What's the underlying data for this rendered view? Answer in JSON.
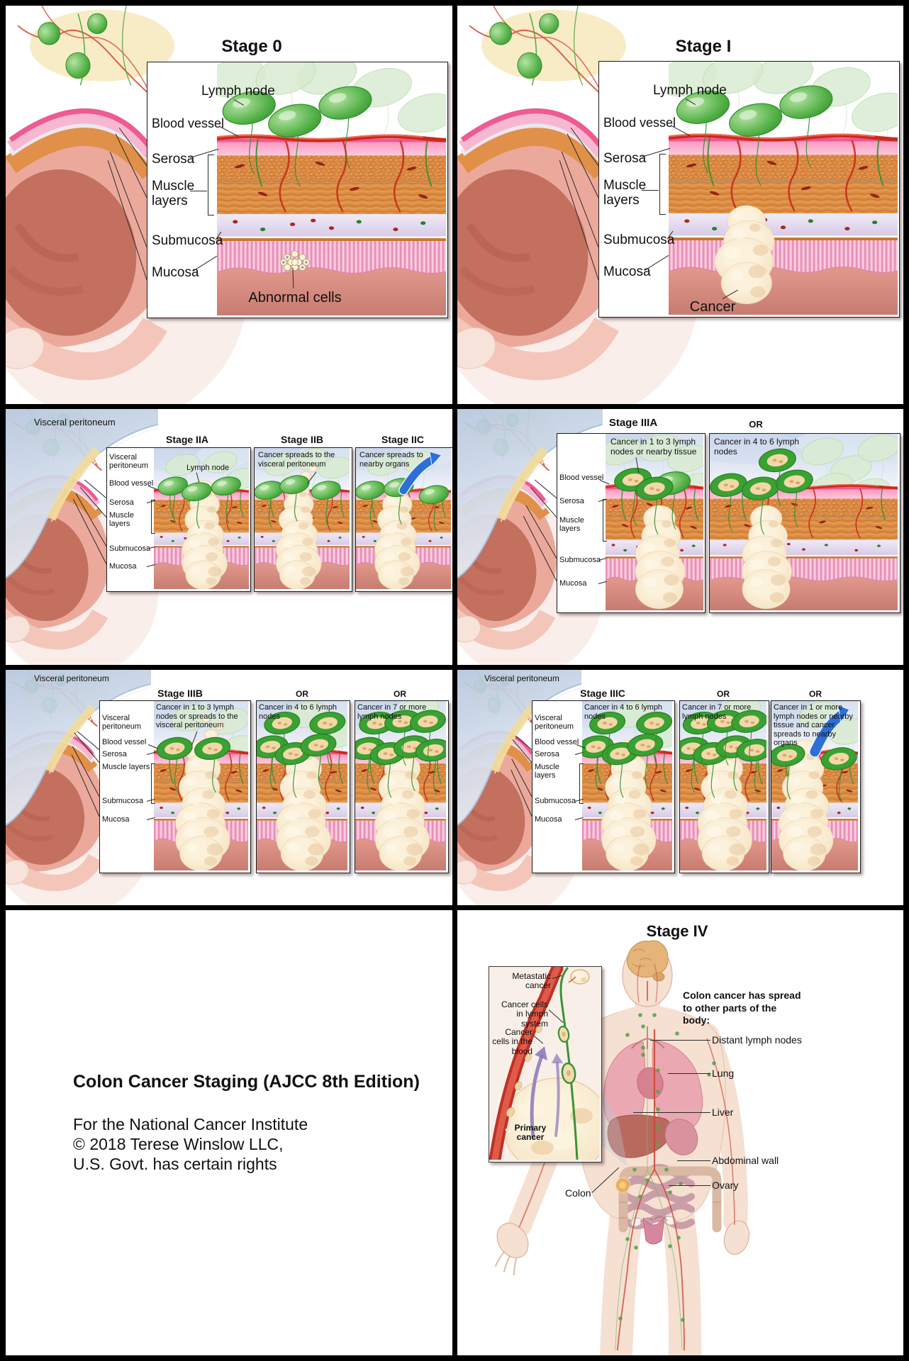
{
  "palette": {
    "lymph_node_green": "#4fae43",
    "cancer_tumor_tan": "#f5e0bd",
    "spread_arrow_blue": "#2e6fd6",
    "serosa_pink": "#f992bd",
    "muscle_orange": "#df8f46",
    "submucosa_lavender": "#e9e1f2",
    "mucosa_pink": "#f5b7d1",
    "copyright_gray": "#b3abad"
  },
  "common": {
    "copyright_line1": "© 2018 Terese Winslow LLC",
    "copyright_line2": "U.S. Govt. has certain rights",
    "or": "OR"
  },
  "labels": {
    "lymph_node": "Lymph node",
    "blood_vessel": "Blood vessel",
    "serosa": "Serosa",
    "muscle_layers": "Muscle layers",
    "submucosa": "Submucosa",
    "mucosa": "Mucosa",
    "visceral_peritoneum": "Visceral peritoneum"
  },
  "stage0": {
    "title": "Stage 0",
    "abnormal_cells": "Abnormal cells"
  },
  "stage1": {
    "title": "Stage I",
    "cancer": "Cancer"
  },
  "stage2": {
    "iia_title": "Stage IIA",
    "iib_title": "Stage IIB",
    "iic_title": "Stage IIC",
    "iib_caption": "Cancer spreads to the visceral peritoneum",
    "iic_caption": "Cancer spreads to nearby organs"
  },
  "stage3a": {
    "title": "Stage IIIA",
    "panel1_caption": "Cancer in 1 to 3 lymph nodes or nearby tissue",
    "panel2_caption": "Cancer in 4 to 6 lymph nodes"
  },
  "stage3b": {
    "title": "Stage IIIB",
    "panel1_caption": "Cancer in 1 to 3 lymph nodes or spreads to the visceral peritoneum",
    "panel2_caption": "Cancer in 4 to 6 lymph nodes",
    "panel3_caption": "Cancer in 7 or more lymph nodes"
  },
  "stage3c": {
    "title": "Stage IIIC",
    "panel1_caption": "Cancer in 4 to 6 lymph nodes",
    "panel2_caption": "Cancer in 7 or more lymph nodes",
    "panel3_caption": "Cancer in 1 or more lymph nodes or nearby tissue and cancer spreads to nearby organs"
  },
  "title_block": {
    "heading": "Colon Cancer Staging (AJCC 8th Edition)",
    "line1": "For the National Cancer Institute",
    "line2": "© 2018 Terese Winslow LLC,",
    "line3": "U.S. Govt. has certain rights"
  },
  "stage4": {
    "title": "Stage IV",
    "inset": {
      "metastatic": "Metastatic cancer",
      "lymph_system": "Cancer cells in lymph system",
      "blood": "Cancer cells in the blood",
      "primary": "Primary cancer"
    },
    "heading": "Colon cancer has spread to other parts of the body:",
    "distant_lymph_nodes": "Distant lymph nodes",
    "lung": "Lung",
    "liver": "Liver",
    "abdominal_wall": "Abdominal wall",
    "ovary": "Ovary",
    "colon": "Colon"
  }
}
